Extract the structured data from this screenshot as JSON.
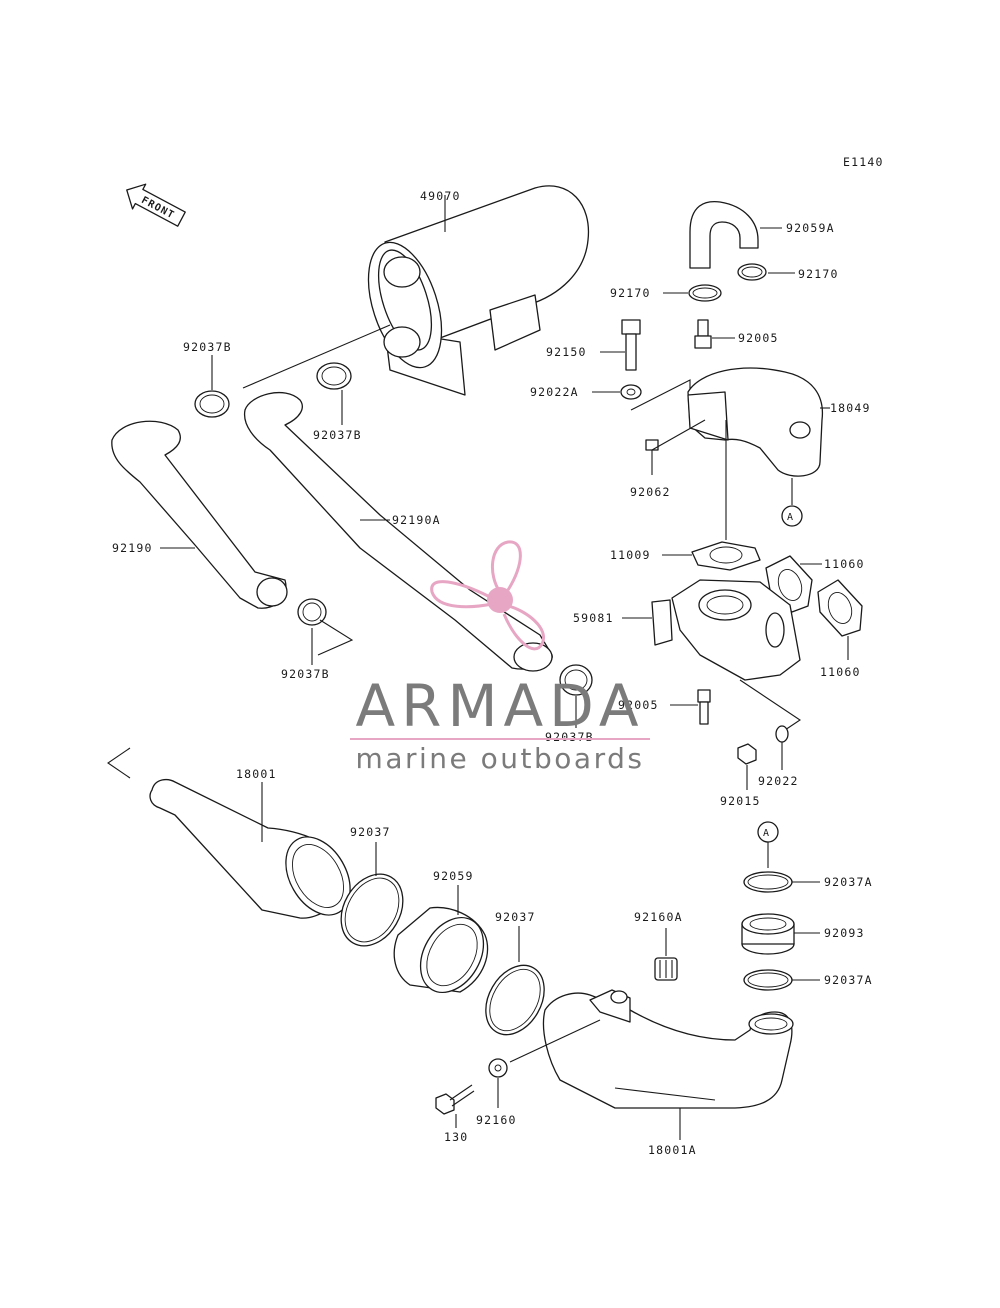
{
  "diagram": {
    "drawing_code": "E1140",
    "direction_arrow": "FRONT",
    "callouts": {
      "c49070": "49070",
      "c92059a": "92059A",
      "c92170_right": "92170",
      "c92170_left": "92170",
      "c92150": "92150",
      "c92005_top": "92005",
      "c92022a": "92022A",
      "c18049": "18049",
      "c92062": "92062",
      "c92037b_top_left": "92037B",
      "c92037b_top_mid": "92037B",
      "c92190a": "92190A",
      "c92190": "92190",
      "c11009": "11009",
      "c11060_a": "11060",
      "c11060_b": "11060",
      "c59081": "59081",
      "c92037b_lower_left": "92037B",
      "c92037b_lower_mid": "92037B",
      "c92005_bottom": "92005",
      "c92015": "92015",
      "c92022": "92022",
      "c18001": "18001",
      "c92037_a": "92037",
      "c92059": "92059",
      "c92037_b": "92037",
      "c92160a": "92160A",
      "c92037a_top": "92037A",
      "c92093": "92093",
      "c92037a_bottom": "92037A",
      "c130": "130",
      "c92160": "92160",
      "c18001a": "18001A"
    },
    "connector_marker": "A"
  },
  "watermark": {
    "brand": "ARMADA",
    "tagline": "marine outboards",
    "accent_color": "#e7a6c4",
    "text_color": "#7b7b7b"
  }
}
